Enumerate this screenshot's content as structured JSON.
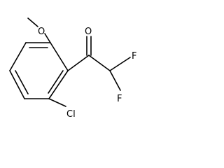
{
  "molecule": {
    "atoms": {
      "oxygen_methoxy": "O",
      "oxygen_carbonyl": "O",
      "fluorine_upper": "F",
      "fluorine_lower": "F",
      "chlorine": "Cl"
    }
  }
}
